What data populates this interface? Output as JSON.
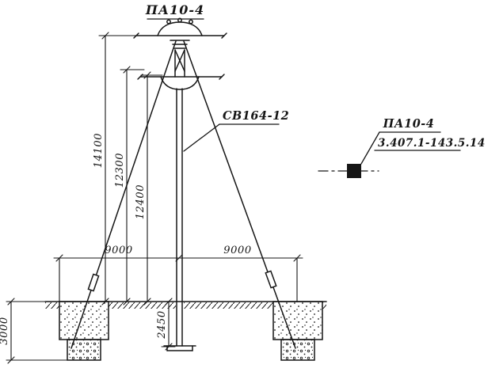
{
  "drawing": {
    "title": "ПА10-4",
    "post_label": "СВ164-12",
    "dims": {
      "h_total": "14100",
      "h_mid": "12300",
      "h_inner": "12400",
      "embed": "2450",
      "span_left": "9000",
      "span_right": "9000",
      "depth": "3000"
    },
    "legend": {
      "name": "ПА10-4",
      "ref": "3.407.1-143.5.14"
    }
  },
  "colors": {
    "ink": "#161616",
    "paper": "#ffffff"
  }
}
